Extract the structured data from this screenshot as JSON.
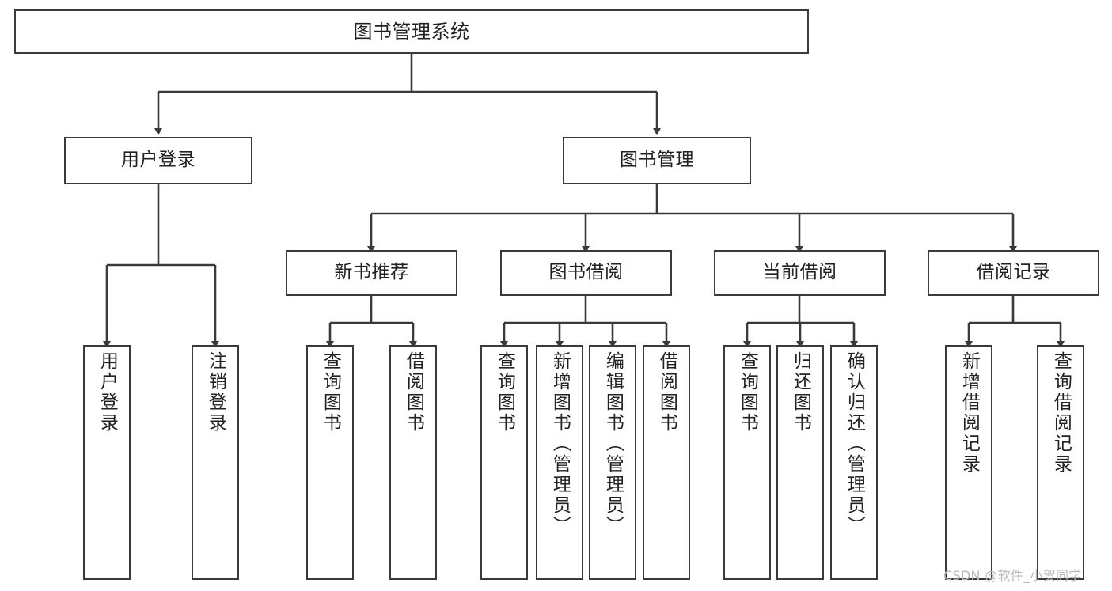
{
  "diagram": {
    "title": "图书管理系统",
    "watermark": "CSDN @软件_小贺同学",
    "accent_color": "#3a3a3a",
    "background_color": "#ffffff",
    "text_color": "#222222"
  },
  "nodes": {
    "root": {
      "label": "图书管理系统"
    },
    "level1": [
      {
        "label": "用户登录"
      },
      {
        "label": "图书管理"
      }
    ],
    "level2": [
      {
        "label": "新书推荐"
      },
      {
        "label": "图书借阅"
      },
      {
        "label": "当前借阅"
      },
      {
        "label": "借阅记录"
      }
    ],
    "leaves_user_login": [
      {
        "label": "用户登录"
      },
      {
        "label": "注销登录"
      }
    ],
    "leaves_new_book": [
      {
        "label": "查询图书"
      },
      {
        "label": "借阅图书"
      }
    ],
    "leaves_borrow": [
      {
        "label": "查询图书"
      },
      {
        "label": "新增图书（管理员）"
      },
      {
        "label": "编辑图书（管理员）"
      },
      {
        "label": "借阅图书"
      }
    ],
    "leaves_current": [
      {
        "label": "查询图书"
      },
      {
        "label": "归还图书"
      },
      {
        "label": "确认归还（管理员）"
      }
    ],
    "leaves_records": [
      {
        "label": "新增借阅记录"
      },
      {
        "label": "查询借阅记录"
      }
    ]
  }
}
